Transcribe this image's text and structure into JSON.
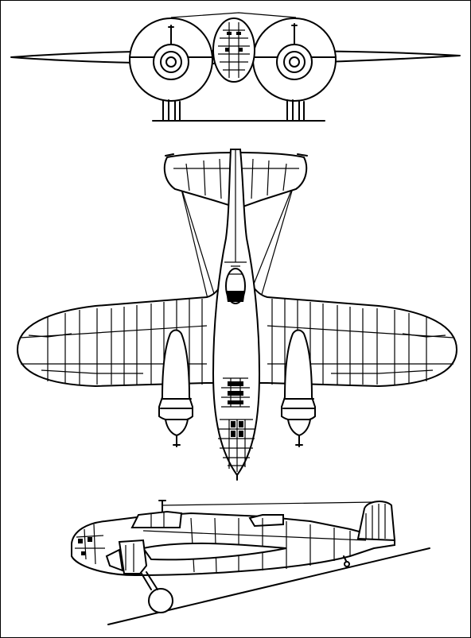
{
  "drawing": {
    "views": [
      {
        "id": "front",
        "icon": "aircraft-front-view"
      },
      {
        "id": "top",
        "icon": "aircraft-plan-view"
      },
      {
        "id": "side",
        "icon": "aircraft-side-view"
      }
    ],
    "line_color": "#000000",
    "background": "#ffffff"
  }
}
